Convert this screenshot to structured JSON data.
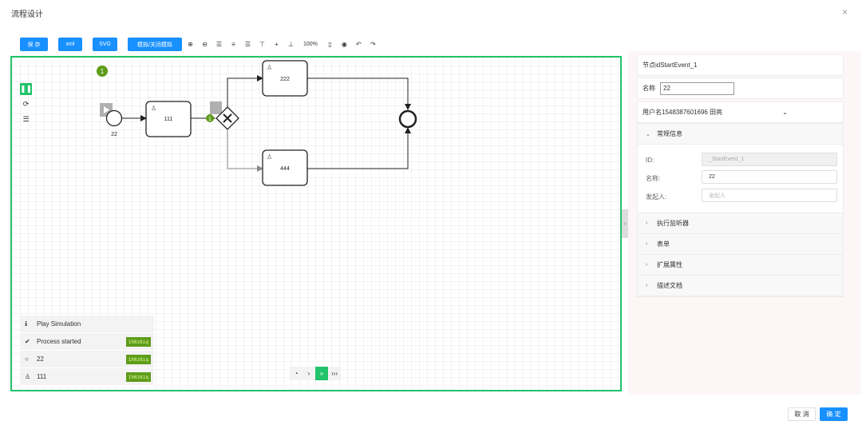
{
  "dialog": {
    "title": "流程设计",
    "close": "×"
  },
  "toolbar": {
    "save": "保 存",
    "xml": "xml",
    "svg": "SVG",
    "simulate": "模拟/关闭模拟",
    "zoom": "100%",
    "icons": [
      "zoom-in-icon",
      "zoom-out-icon",
      "align-left-icon",
      "align-center-icon",
      "align-right-icon",
      "align-top-icon",
      "align-middle-icon",
      "align-bottom-icon"
    ],
    "icons2": [
      "hand-icon",
      "eye-icon",
      "undo-icon",
      "redo-icon"
    ]
  },
  "diagram": {
    "start_label": "22",
    "task1": "111",
    "task2": "222",
    "task3": "444",
    "token_count_a": "1",
    "token_count_b": "1"
  },
  "simulation_log": [
    {
      "icon": "info-icon",
      "glyph": "ℹ",
      "text": "Play Simulation",
      "badge": ""
    },
    {
      "icon": "check-circle-icon",
      "glyph": "✔",
      "text": "Process started",
      "badge": "1h0z6iq"
    },
    {
      "icon": "circle-icon",
      "glyph": "○",
      "text": "22",
      "badge": "1h0z6iq"
    },
    {
      "icon": "user-icon",
      "glyph": "♙",
      "text": "111",
      "badge": "1h0z6iq"
    }
  ],
  "speed": {
    "gauge": "◔",
    "s1": "›",
    "s2": "»",
    "s3": "›››"
  },
  "panel": {
    "node_id": "节点idStartEvent_1",
    "name_label": "名称",
    "name_value": "22",
    "user_select": "用户名1548387601696 田亮",
    "sections": {
      "general": "常规信息",
      "listener": "执行监听器",
      "form": "表单",
      "ext": "扩展属性",
      "doc": "描述文档"
    },
    "fields": {
      "id_label": "ID:",
      "id_value": "_StartEvent_1",
      "name_label": "名称:",
      "name_value": "22",
      "initiator_label": "发起人:",
      "initiator_placeholder": "发起人"
    }
  },
  "footer": {
    "cancel": "取 消",
    "ok": "确 定"
  },
  "colors": {
    "accent": "#1890ff",
    "canvas_border": "#22c36b",
    "badge": "#5f9c1a"
  }
}
